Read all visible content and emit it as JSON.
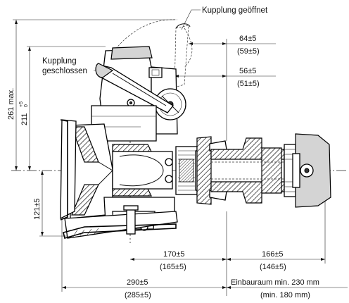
{
  "labels": {
    "coupling_open": "Kupplung geöffnet",
    "coupling_closed_line1": "Kupplung",
    "coupling_closed_line2": "geschlossen"
  },
  "dimensions": {
    "total_height": "261 max.",
    "height_211": "211",
    "height_211_tol_upper": "+5",
    "height_211_tol_lower": "0",
    "height_121": "121±5",
    "d64": "64±5",
    "d64_alt": "(59±5)",
    "d56": "56±5",
    "d56_alt": "(51±5)",
    "d170": "170±5",
    "d170_alt": "(165±5)",
    "d166": "166±5",
    "d166_alt": "(146±5)",
    "d290": "290±5",
    "d290_alt": "(285±5)",
    "install_space": "Einbauraum min. 230 mm",
    "install_space_alt": "(min. 180 mm)"
  }
}
